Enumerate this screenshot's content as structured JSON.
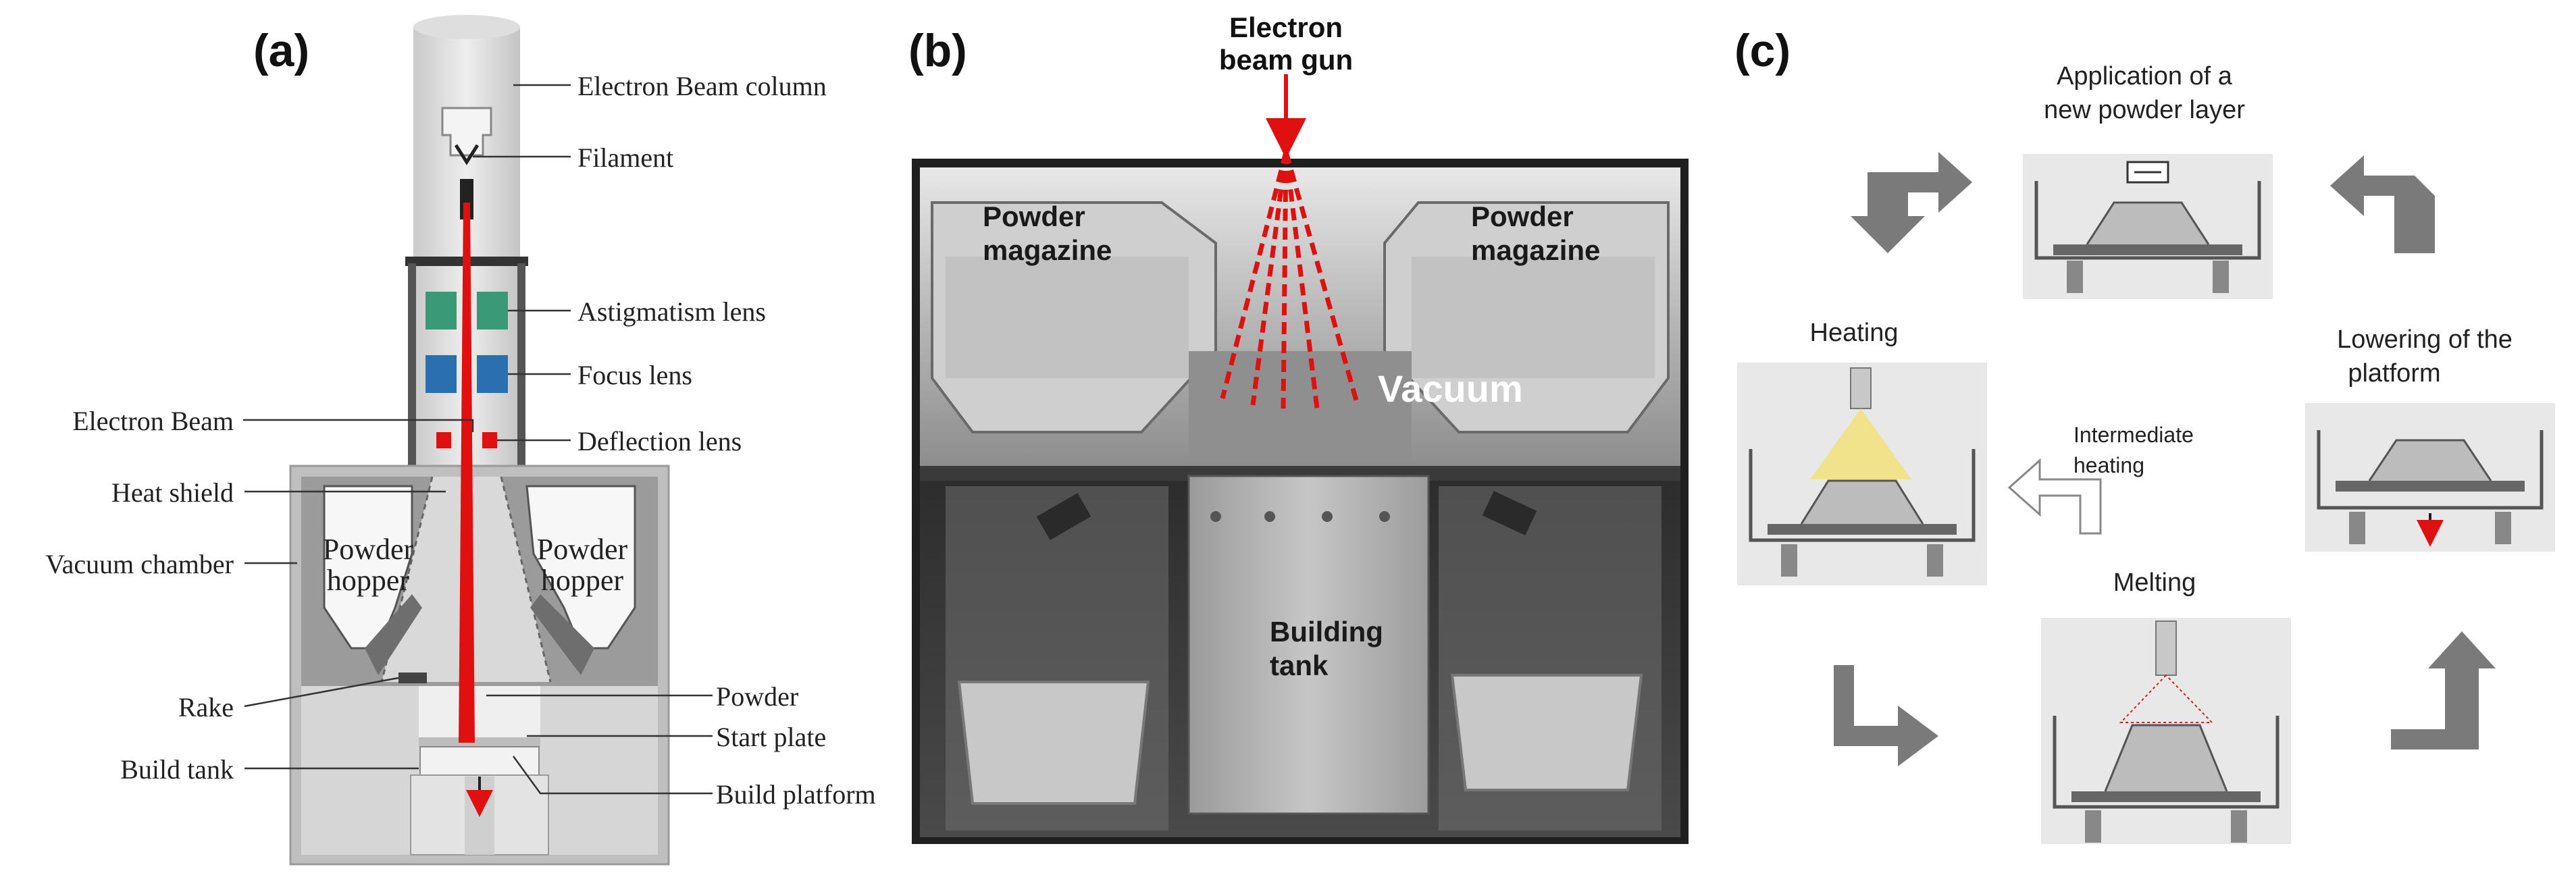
{
  "panel_a": {
    "label": "(a)",
    "callouts_right": {
      "column": "Electron Beam column",
      "filament": "Filament",
      "astigmatism": "Astigmatism lens",
      "focus": "Focus lens",
      "deflection": "Deflection lens",
      "powder": "Powder",
      "start_plate": "Start plate",
      "build_platform": "Build platform"
    },
    "callouts_left": {
      "electron_beam": "Electron Beam",
      "heat_shield": "Heat shield",
      "vacuum_chamber": "Vacuum chamber",
      "rake": "Rake",
      "build_tank": "Build tank"
    },
    "hopper_left": [
      "Powder",
      "hopper"
    ],
    "hopper_right": [
      "Powder",
      "hopper"
    ]
  },
  "panel_b": {
    "label": "(b)",
    "gun": [
      "Electron",
      "beam gun"
    ],
    "magazine_left": [
      "Powder",
      "magazine"
    ],
    "magazine_right": [
      "Powder",
      "magazine"
    ],
    "vacuum": "Vacuum",
    "tank": [
      "Building",
      "tank"
    ]
  },
  "panel_c": {
    "label": "(c)",
    "step_top": [
      "Application of a",
      "new powder layer"
    ],
    "step_left": "Heating",
    "step_right": [
      "Lowering of the",
      "platform"
    ],
    "step_bottom": "Melting",
    "intermediate": [
      "Intermediate",
      "heating"
    ]
  },
  "colors": {
    "beam": "#e01010",
    "arrow_gray": "#7a7a7a",
    "astigmatism": "#3a9a78",
    "focus": "#2a6fb0",
    "heating_cone": "#f2e27a"
  }
}
